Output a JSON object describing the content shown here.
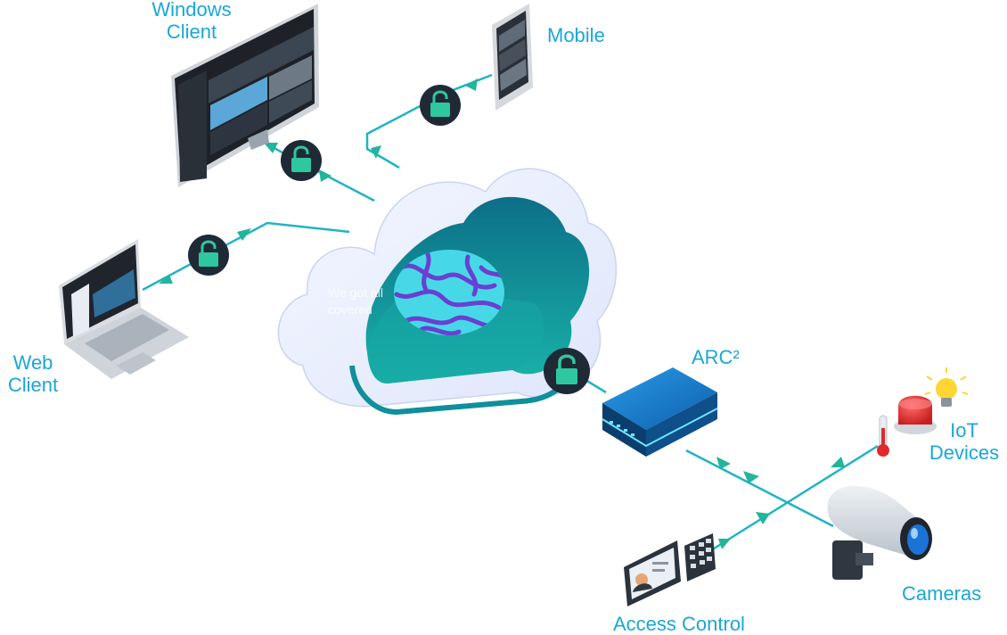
{
  "labels": {
    "windows_client": [
      "Windows",
      "Client"
    ],
    "mobile": "Mobile",
    "web_client": [
      "Web",
      "Client"
    ],
    "arc": "ARC²",
    "iot_devices": [
      "IoT",
      "Devices"
    ],
    "cameras": "Cameras",
    "access_control": "Access Control"
  },
  "cloud_watermark": [
    "We got all",
    "covered"
  ],
  "colors": {
    "label_text": "#1aa7d6",
    "connector": "#1fb4c4",
    "arrow": "#22b59a",
    "lock_badge": "#1f2a36",
    "lock_body": "#2fc7a0",
    "cloud_teal": "#0f8f9c",
    "arc_device": "#1479c7",
    "brain_cyan": "#47d8e8",
    "brain_purple": "#6a3fd1"
  },
  "icons": [
    "lock-icon",
    "cloud-icon",
    "brain-icon",
    "monitor-icon",
    "phone-icon",
    "laptop-icon",
    "router-icon",
    "camera-icon",
    "siren-icon",
    "lightbulb-icon",
    "thermometer-icon",
    "card-reader-icon",
    "keypad-icon"
  ]
}
